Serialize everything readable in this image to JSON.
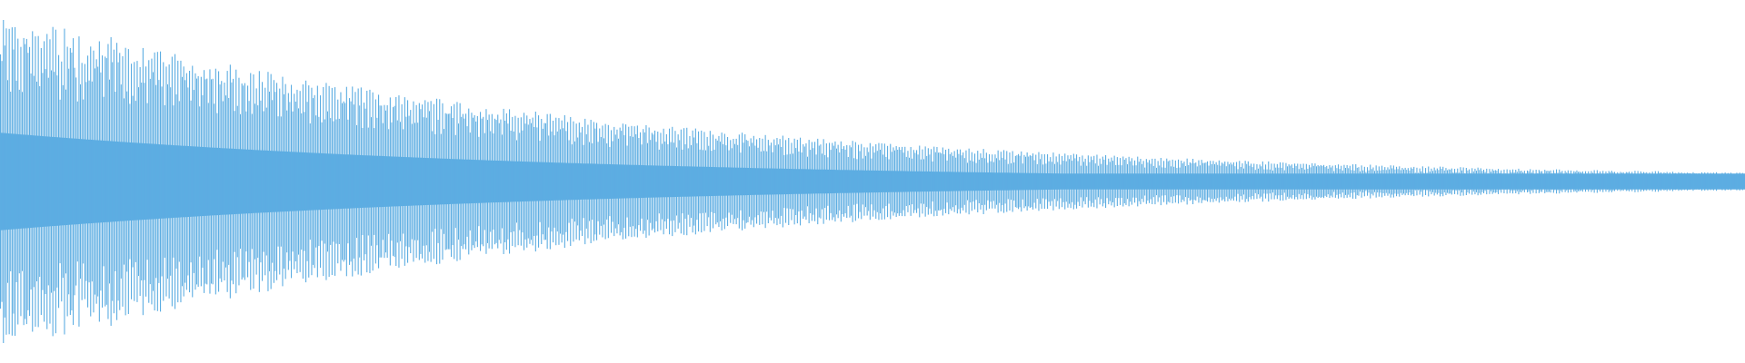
{
  "waveform": {
    "color": "#5dade2",
    "background": "#ffffff",
    "style": "bars",
    "envelope": "exponential-decay",
    "peak_amplitude": 0.98,
    "final_amplitude": 0.05,
    "core_fill_ratio": 0.28,
    "inner_variation": 0.5
  }
}
